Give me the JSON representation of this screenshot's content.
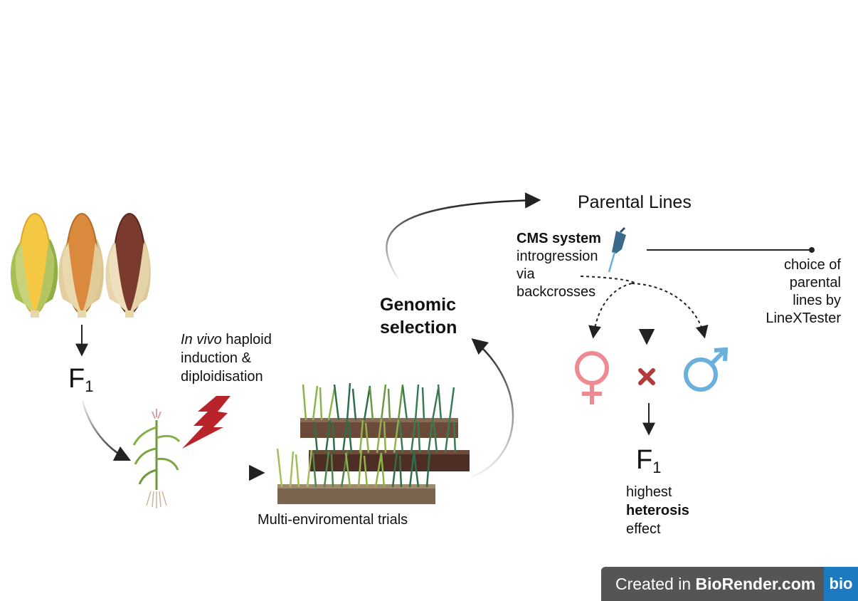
{
  "f1_left": {
    "main": "F",
    "sub": "1"
  },
  "haploid": {
    "italic": "In vivo",
    "line1_rest": " haploid",
    "line2": "induction &",
    "line3": "diploidisation"
  },
  "genomic": {
    "line1": "Genomic",
    "line2": "selection"
  },
  "trials": "Multi-enviromental trials",
  "parental": "Parental Lines",
  "cms": {
    "bold": "CMS system",
    "line2": "introgression",
    "line3": "via",
    "line4": "backcrosses"
  },
  "choice": {
    "line1": "choice of",
    "line2": "parental",
    "line3": "lines by",
    "line4": "LineXTester"
  },
  "f1_right": {
    "main": "F",
    "sub": "1"
  },
  "heterosis": {
    "line1": "highest",
    "line2_bold": "heterosis",
    "line3": "effect"
  },
  "badge": {
    "prefix": "Created in ",
    "brand": "BioRender.com",
    "logo": "bio"
  },
  "colors": {
    "corn_yellow": "#f4c843",
    "corn_orange": "#d98a3c",
    "corn_brown": "#7a3a2e",
    "husk_green": "#9bb64a",
    "female_pink": "#f08a92",
    "male_blue": "#6ab0dc",
    "cross_red": "#b23a3a",
    "lightning_red": "#b8242a",
    "soil_brown": "#6b4a3a",
    "badge_grey": "#555556",
    "badge_blue": "#1c7bc0"
  },
  "icons": [
    "corn-cob-yellow-icon",
    "corn-cob-orange-icon",
    "corn-cob-brown-icon",
    "maize-plant-icon",
    "lightning-icon",
    "field-plots-icon",
    "pipette-icon",
    "female-symbol-icon",
    "cross-icon",
    "male-symbol-icon"
  ]
}
